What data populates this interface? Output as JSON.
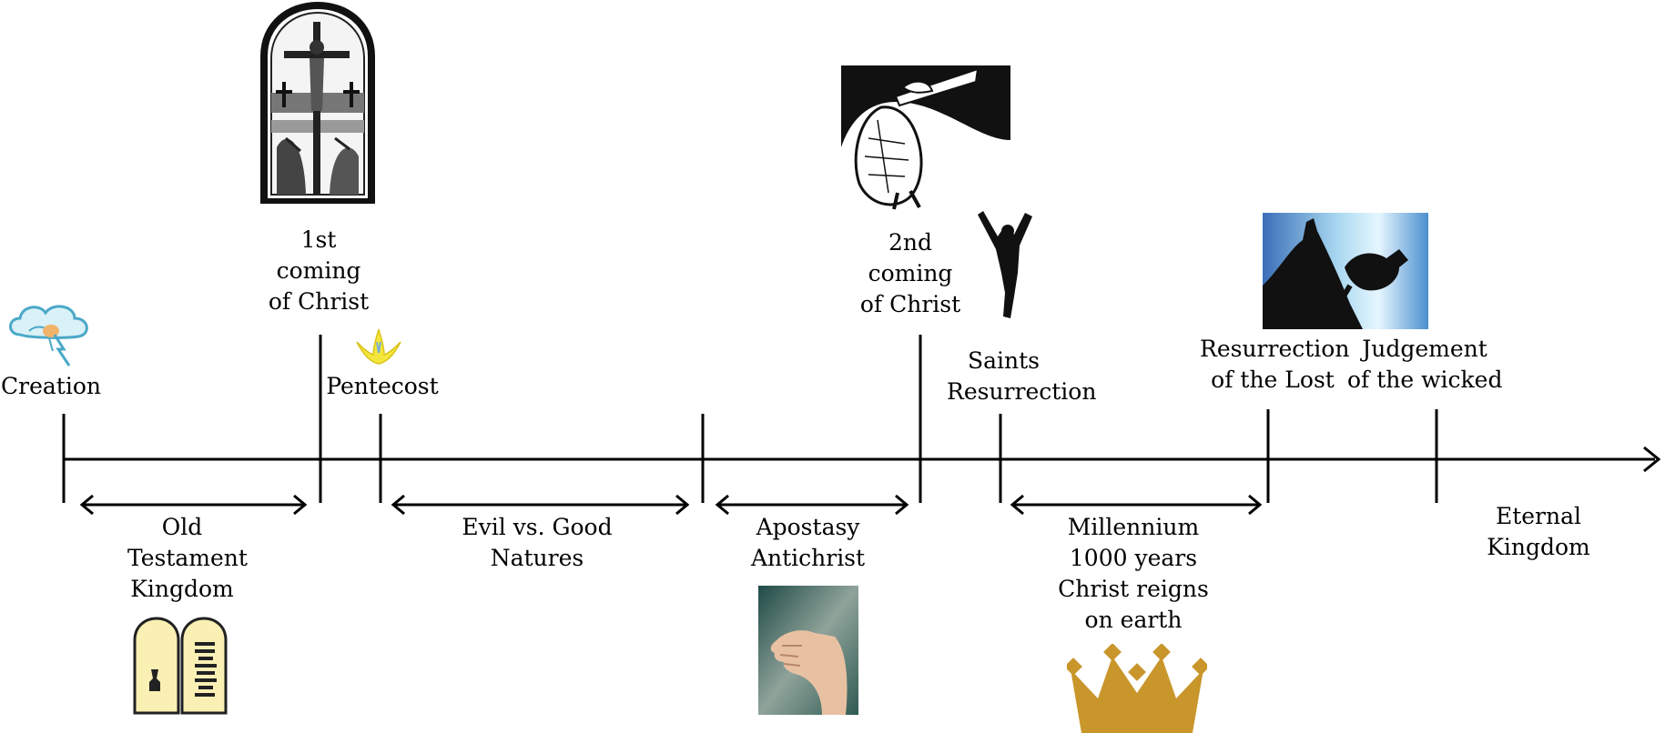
{
  "events": [
    {
      "id": "creation",
      "lines": [
        "Creation"
      ],
      "icon": "cloud-lightning-icon"
    },
    {
      "id": "first-coming",
      "lines": [
        "1st",
        "coming",
        "of Christ"
      ],
      "icon": "crucifixion-window-icon"
    },
    {
      "id": "pentecost",
      "lines": [
        "Pentecost"
      ],
      "icon": "flame-icon"
    },
    {
      "id": "second-coming",
      "lines": [
        "2nd",
        "coming",
        "of Christ"
      ],
      "icon": "angel-trumpet-icon"
    },
    {
      "id": "saints-resurrection",
      "lines": [
        "Saints",
        "Resurrection"
      ],
      "icon": "rising-figure-icon"
    },
    {
      "id": "resurrection-lost",
      "lines": [
        "Resurrection",
        "of the Lost"
      ],
      "icon": "judgement-scene-icon"
    },
    {
      "id": "judgement-wicked",
      "lines": [
        "Judgement",
        "of the wicked"
      ]
    }
  ],
  "periods": [
    {
      "id": "old-testament",
      "lines": [
        "Old",
        "Testament",
        "Kingdom"
      ],
      "icon": "tablets-icon"
    },
    {
      "id": "evil-good",
      "lines": [
        "Evil vs. Good",
        "Natures"
      ]
    },
    {
      "id": "apostasy",
      "lines": [
        "Apostasy",
        "Antichrist"
      ],
      "icon": "reaching-hand-icon"
    },
    {
      "id": "millennium",
      "lines": [
        "Millennium",
        "1000 years",
        "Christ reigns",
        "on earth"
      ],
      "icon": "crown-icon"
    },
    {
      "id": "eternal",
      "lines": [
        "Eternal",
        "Kingdom"
      ]
    }
  ],
  "colors": {
    "line": "#000000",
    "crown": "#c9962b",
    "cloud": "#4aa8c8",
    "flame": "#f4e63a"
  }
}
